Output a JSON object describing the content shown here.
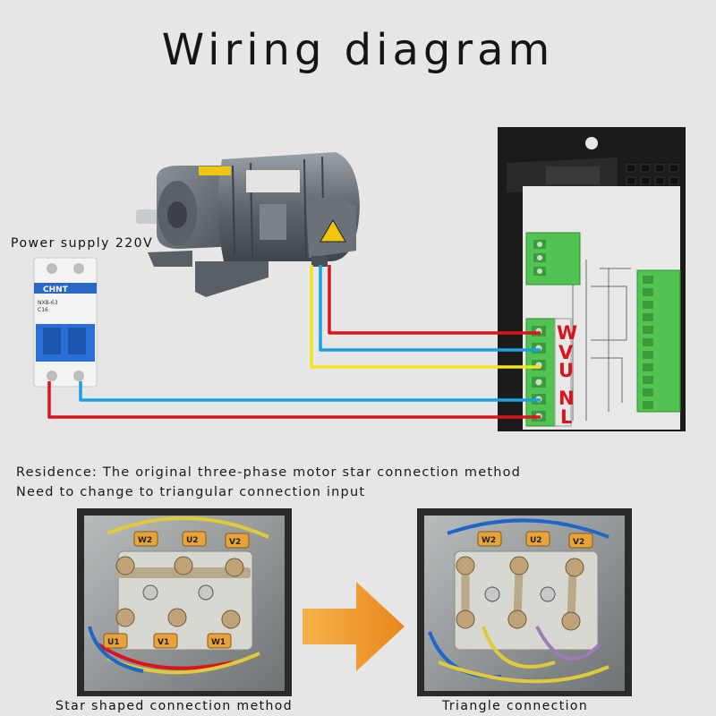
{
  "title": "Wiring diagram",
  "power_label": "Power supply 220V",
  "breaker": {
    "brand": "CHNT",
    "model": "NXB-63",
    "rating": "C16"
  },
  "controller": {
    "terminals": [
      "W",
      "V",
      "U",
      "N",
      "L"
    ]
  },
  "notes": [
    "Residence: The original three-phase motor star connection method",
    "Need to change to triangular connection input"
  ],
  "panels": {
    "star": {
      "caption": "Star shaped connection method",
      "top_labels": [
        "W2",
        "U2",
        "V2"
      ],
      "bottom_labels": [
        "U1",
        "V1",
        "W1"
      ]
    },
    "triangle": {
      "caption": "Triangle connection",
      "top_labels": [
        "W2",
        "U2",
        "V2"
      ]
    }
  },
  "colors": {
    "red_wire": "#d8141c",
    "blue_wire": "#1aa0e0",
    "yellow_wire": "#f2e224",
    "terminal_green": "#53c253",
    "arrow_orange": "#f29b2a",
    "terminal_letter_red": "#d8141c"
  }
}
